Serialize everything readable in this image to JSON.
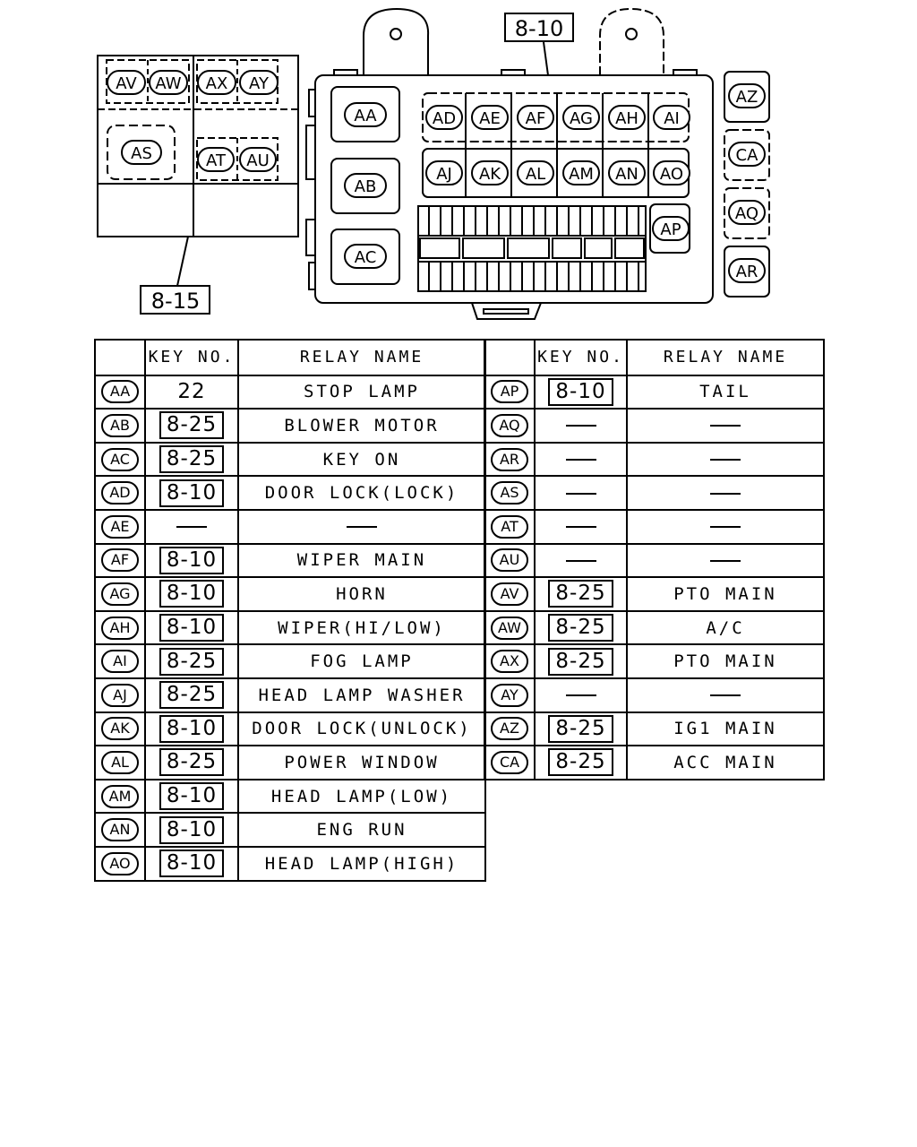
{
  "diagram": {
    "callouts": {
      "main": "8-10",
      "sub": "8-15"
    },
    "sub_box_codes": [
      "AV",
      "AW",
      "AX",
      "AY",
      "AS",
      "AT",
      "AU"
    ],
    "main_box_codes": [
      "AA",
      "AB",
      "AC",
      "AD",
      "AE",
      "AF",
      "AG",
      "AH",
      "AI",
      "AJ",
      "AK",
      "AL",
      "AM",
      "AN",
      "AO",
      "AP"
    ],
    "side_codes": [
      "AZ",
      "CA",
      "AQ",
      "AR"
    ]
  },
  "table": {
    "headers": {
      "key": "KEY NO.",
      "relay": "RELAY NAME"
    },
    "left_rows": [
      {
        "code": "AA",
        "key": "22",
        "key_style": "plain",
        "name": "STOP LAMP"
      },
      {
        "code": "AB",
        "key": "8-25",
        "key_style": "boxed",
        "name": "BLOWER MOTOR"
      },
      {
        "code": "AC",
        "key": "8-25",
        "key_style": "boxed",
        "name": "KEY ON"
      },
      {
        "code": "AD",
        "key": "8-10",
        "key_style": "boxed",
        "name": "DOOR LOCK(LOCK)"
      },
      {
        "code": "AE",
        "key": "",
        "key_style": "dash",
        "name": ""
      },
      {
        "code": "AF",
        "key": "8-10",
        "key_style": "boxed",
        "name": "WIPER MAIN"
      },
      {
        "code": "AG",
        "key": "8-10",
        "key_style": "boxed",
        "name": "HORN"
      },
      {
        "code": "AH",
        "key": "8-10",
        "key_style": "boxed",
        "name": "WIPER(HI/LOW)"
      },
      {
        "code": "AI",
        "key": "8-25",
        "key_style": "boxed",
        "name": "FOG LAMP"
      },
      {
        "code": "AJ",
        "key": "8-25",
        "key_style": "boxed",
        "name": "HEAD LAMP WASHER"
      },
      {
        "code": "AK",
        "key": "8-10",
        "key_style": "boxed",
        "name": "DOOR LOCK(UNLOCK)"
      },
      {
        "code": "AL",
        "key": "8-25",
        "key_style": "boxed",
        "name": "POWER WINDOW"
      },
      {
        "code": "AM",
        "key": "8-10",
        "key_style": "boxed",
        "name": "HEAD LAMP(LOW)"
      },
      {
        "code": "AN",
        "key": "8-10",
        "key_style": "boxed",
        "name": "ENG RUN"
      },
      {
        "code": "AO",
        "key": "8-10",
        "key_style": "boxed",
        "name": "HEAD LAMP(HIGH)"
      }
    ],
    "right_rows": [
      {
        "code": "AP",
        "key": "8-10",
        "key_style": "boxed",
        "name": "TAIL"
      },
      {
        "code": "AQ",
        "key": "",
        "key_style": "dash",
        "name": ""
      },
      {
        "code": "AR",
        "key": "",
        "key_style": "dash",
        "name": ""
      },
      {
        "code": "AS",
        "key": "",
        "key_style": "dash",
        "name": ""
      },
      {
        "code": "AT",
        "key": "",
        "key_style": "dash",
        "name": ""
      },
      {
        "code": "AU",
        "key": "",
        "key_style": "dash",
        "name": ""
      },
      {
        "code": "AV",
        "key": "8-25",
        "key_style": "boxed",
        "name": "PTO MAIN"
      },
      {
        "code": "AW",
        "key": "8-25",
        "key_style": "boxed",
        "name": "A/C"
      },
      {
        "code": "AX",
        "key": "8-25",
        "key_style": "boxed",
        "name": "PTO MAIN"
      },
      {
        "code": "AY",
        "key": "",
        "key_style": "dash",
        "name": ""
      },
      {
        "code": "AZ",
        "key": "8-25",
        "key_style": "boxed",
        "name": "IG1 MAIN"
      },
      {
        "code": "CA",
        "key": "8-25",
        "key_style": "boxed",
        "name": "ACC MAIN"
      }
    ]
  }
}
